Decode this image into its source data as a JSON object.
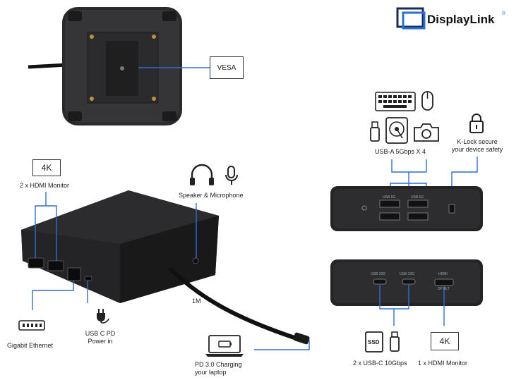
{
  "brand": {
    "name": "DisplayLink",
    "reg": "®"
  },
  "callouts": {
    "vesa": "VESA",
    "hdmi_monitor_box": "4K",
    "hdmi_monitor_label": "2 x HDMI Monitor",
    "speaker_mic_label": "Speaker & Microphone",
    "gigabit_ethernet_label": "Gigabit Ethernet",
    "usbc_pd_label_line1": "USB C PD",
    "usbc_pd_label_line2": "Power in",
    "cable_length": "1M",
    "pd_charging_line1": "PD 3.0 Charging",
    "pd_charging_line2": "your laptop",
    "usba_label": "USB-A 5Gbps X 4",
    "klock_line1": "K-Lock secure",
    "klock_line2": "your device safety",
    "usbc_10g_label": "2 x USB-C 10Gbps",
    "hdmi_right_box": "4K",
    "hdmi_right_label": "1 x HDMI Monitor",
    "ssd_text": "SSD"
  },
  "port_marks": {
    "usb5g": "USB 5G",
    "usb10g": "USB 10G",
    "hdmi": "HDMI",
    "dp_alt": "DP ALT"
  }
}
